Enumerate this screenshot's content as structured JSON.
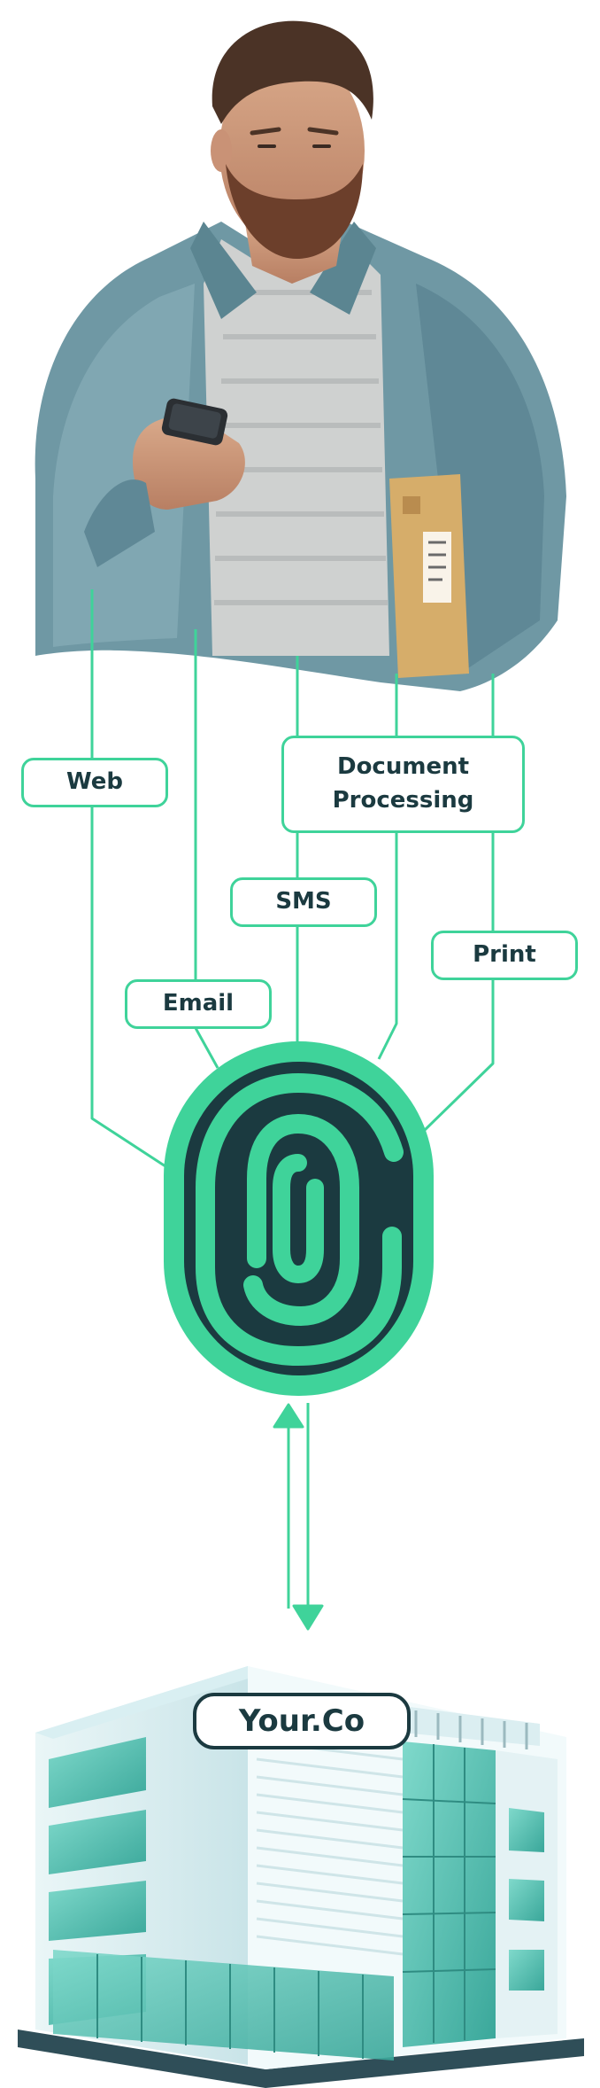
{
  "channels": {
    "web": "Web",
    "document_processing": "Document Processing",
    "sms": "SMS",
    "print": "Print",
    "email": "Email"
  },
  "company": {
    "label": "Your.Co"
  },
  "colors": {
    "accent": "#3fd39a",
    "dark": "#1b3a40"
  },
  "icons": {
    "person": "person-with-phone-illustration",
    "logo": "fingerprint-logo-icon",
    "building": "office-building-illustration"
  }
}
